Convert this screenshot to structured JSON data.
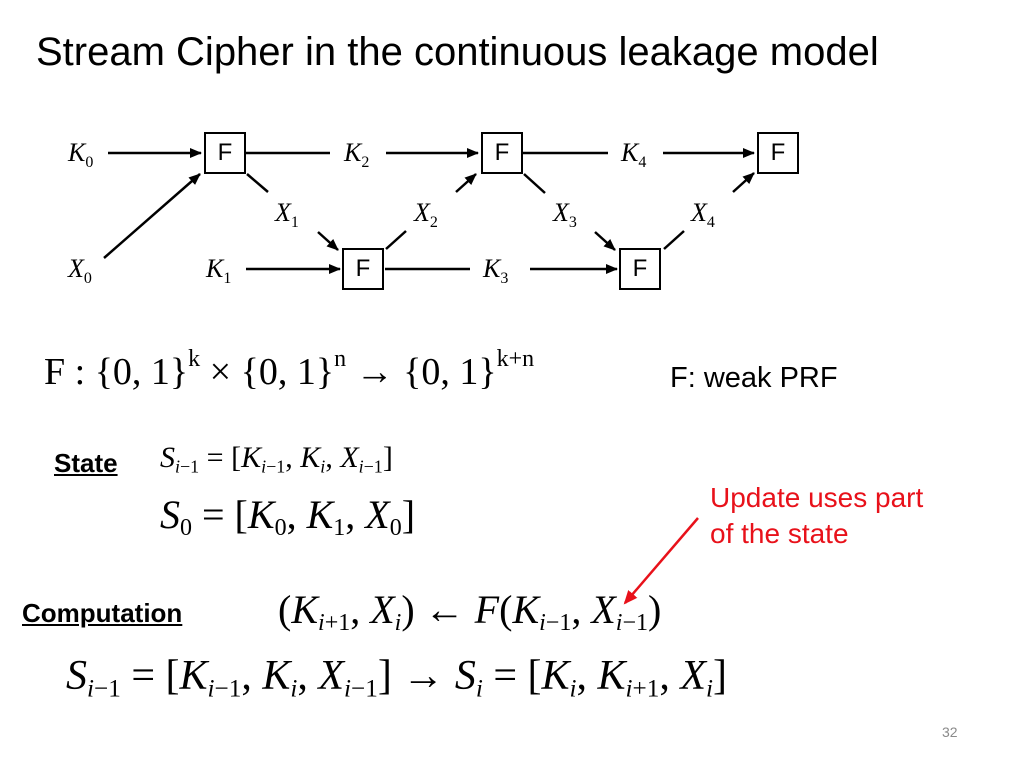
{
  "slide": {
    "title": "Stream Cipher in the continuous leakage model",
    "page_number": "32"
  },
  "diagram": {
    "box_label": "F",
    "labels": {
      "K0": {
        "base": "K",
        "sub": "0"
      },
      "X0": {
        "base": "X",
        "sub": "0"
      },
      "K1": {
        "base": "K",
        "sub": "1"
      },
      "K2": {
        "base": "K",
        "sub": "2"
      },
      "K3": {
        "base": "K",
        "sub": "3"
      },
      "K4": {
        "base": "K",
        "sub": "4"
      },
      "X1": {
        "base": "X",
        "sub": "1"
      },
      "X2": {
        "base": "X",
        "sub": "2"
      },
      "X3": {
        "base": "X",
        "sub": "3"
      },
      "X4": {
        "base": "X",
        "sub": "4"
      }
    }
  },
  "formula": {
    "prefix": "F : {0, 1}",
    "exp1": "k",
    "middle": " × {0, 1}",
    "exp2": "n",
    "arrow": " → {0, 1}",
    "exp3": "k+n"
  },
  "weak_prf": "F: weak PRF",
  "state": {
    "label": "State"
  },
  "computation": {
    "label": "Computation"
  },
  "annotation": {
    "line1": "Update uses part",
    "line2": "of the state",
    "color": "#e8111a"
  }
}
